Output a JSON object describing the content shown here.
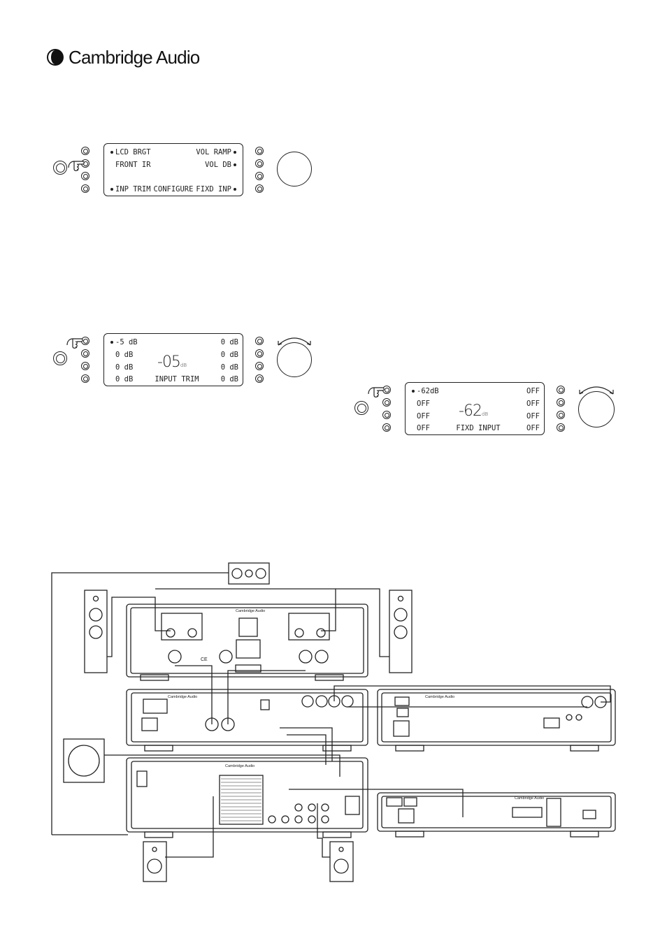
{
  "brand": {
    "name": "Cambridge Audio"
  },
  "panel1": {
    "rows": [
      {
        "left": "LCD BRGT",
        "right": "VOL RAMP",
        "ldot": true,
        "rdot": true
      },
      {
        "left": "FRONT IR",
        "right": "VOL DB",
        "ldot": false,
        "rdot": true
      },
      {
        "left": "",
        "right": "",
        "ldot": false,
        "rdot": false
      },
      {
        "left": "INP TRIM",
        "center": "CONFIGURE",
        "right": "FIXD INP",
        "ldot": true,
        "rdot": true
      }
    ]
  },
  "panel2": {
    "rows": [
      {
        "left": "-5 dB",
        "right": "0 dB",
        "ldot": true
      },
      {
        "left": "0 dB",
        "right": "0 dB"
      },
      {
        "left": "0 dB",
        "right": "0 dB"
      },
      {
        "left": "0 dB",
        "center": "INPUT TRIM",
        "right": "0 dB"
      }
    ],
    "big_value": "-05",
    "big_unit": "dB"
  },
  "panel3": {
    "rows": [
      {
        "left": "-62dB",
        "right": "OFF",
        "ldot": true
      },
      {
        "left": "OFF",
        "right": "OFF"
      },
      {
        "left": "OFF",
        "right": "OFF"
      },
      {
        "left": "OFF",
        "center": "FIXD INPUT",
        "right": "OFF"
      }
    ],
    "big_value": "-62",
    "big_unit": "dB"
  },
  "diagram": {
    "unit_label": "Cambridge Audio",
    "ce_mark": "CE"
  }
}
